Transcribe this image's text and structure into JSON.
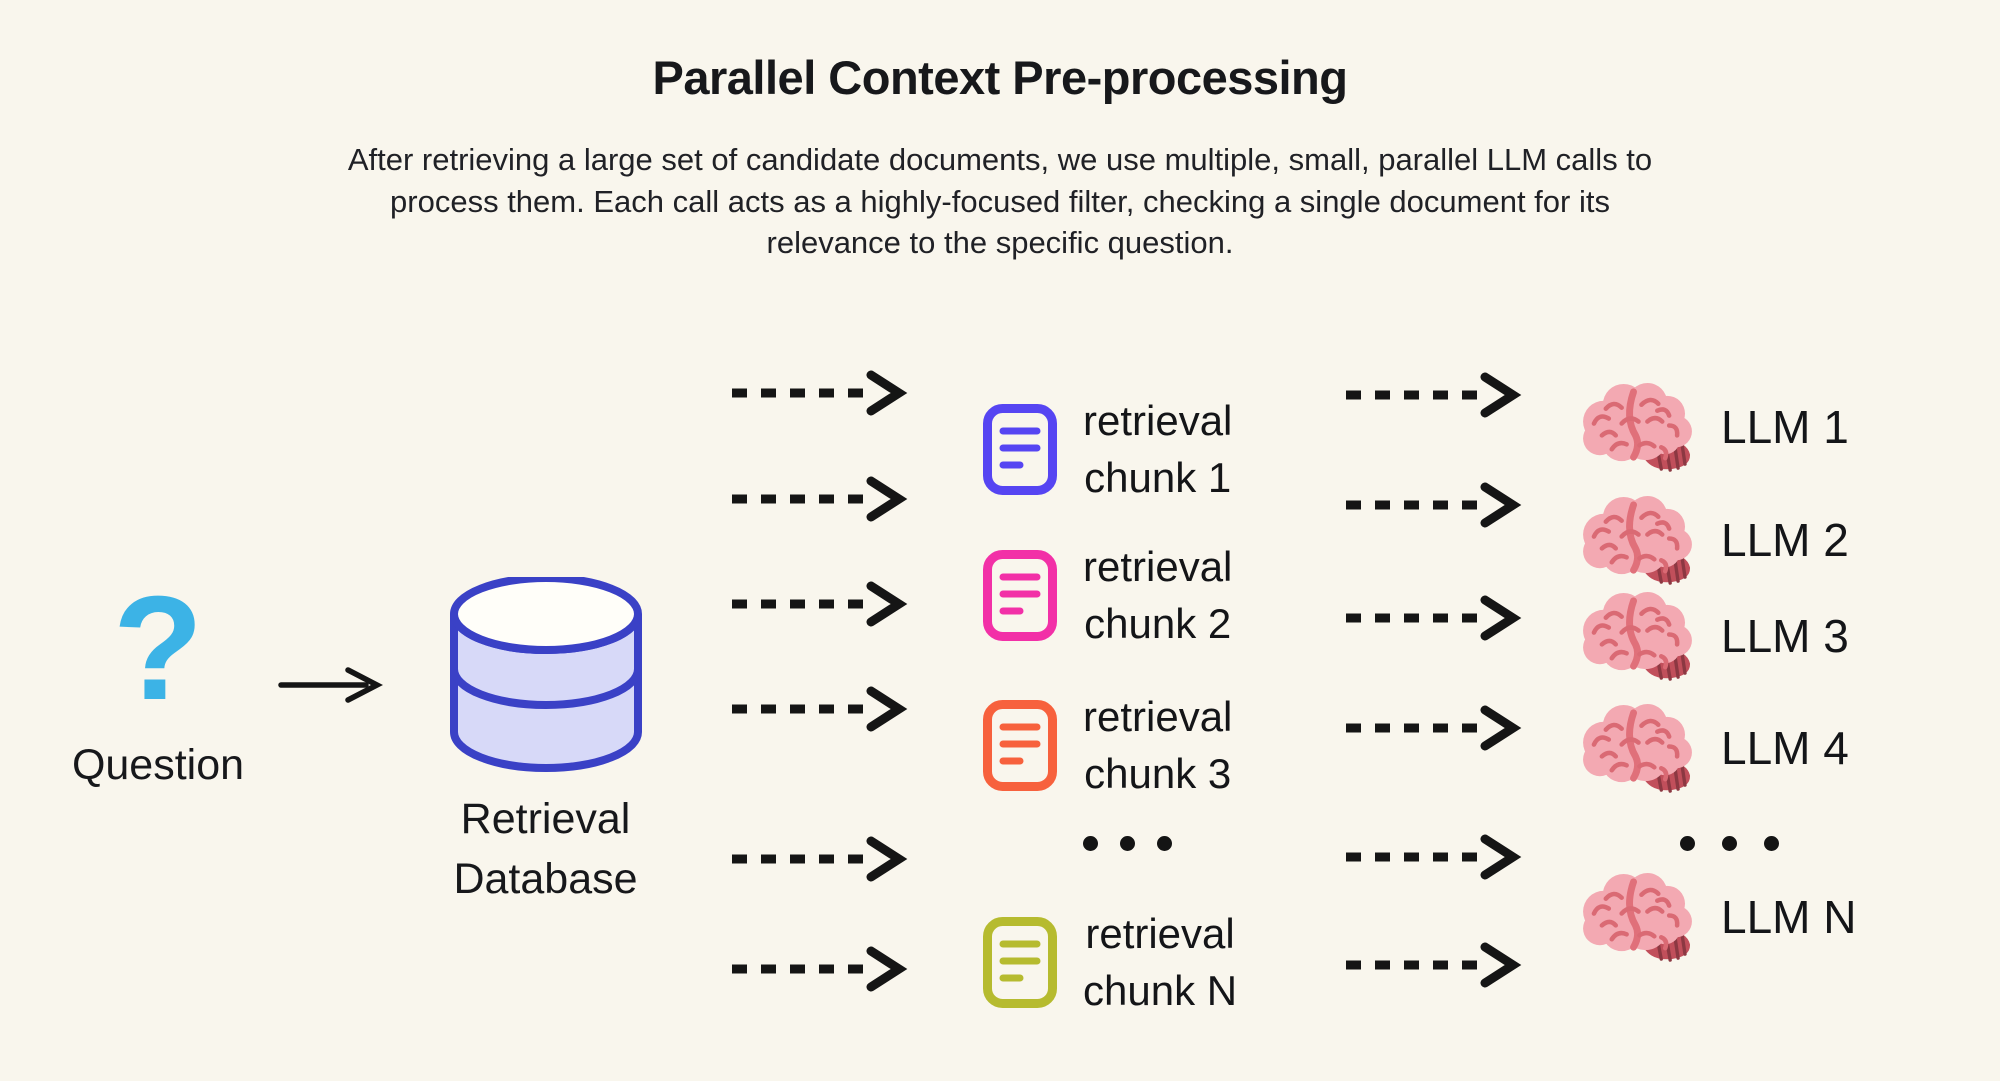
{
  "background_color": "#f9f6ed",
  "text_color": "#17181b",
  "arrow_color": "#151515",
  "header": {
    "title": "Parallel Context Pre-processing",
    "subtitle_lines": [
      "After retrieving a large set of candidate documents, we use multiple, small, parallel LLM calls to",
      "process them. Each call acts as a highly-focused filter, checking a single document for its",
      "relevance to the specific question."
    ]
  },
  "question": {
    "mark": "?",
    "label": "Question",
    "color": "#3cb3e6"
  },
  "database": {
    "label_line1": "Retrieval",
    "label_line2": "Database",
    "stroke_color": "#3a41c6",
    "fill_color": "#d7d9f8",
    "top_fill_color": "#fffef9"
  },
  "chunks": {
    "items": [
      {
        "line1": "retrieval",
        "line2": "chunk 1",
        "color": "#5645f2"
      },
      {
        "line1": "retrieval",
        "line2": "chunk 2",
        "color": "#f230a7"
      },
      {
        "line1": "retrieval",
        "line2": "chunk 3",
        "color": "#f7613d"
      },
      {
        "line1": "retrieval",
        "line2": "chunk N",
        "color": "#b6bb2f"
      }
    ]
  },
  "llms": {
    "brain_color": "#f3a9b2",
    "items": [
      {
        "label": "LLM 1"
      },
      {
        "label": "LLM 2"
      },
      {
        "label": "LLM 3"
      },
      {
        "label": "LLM 4"
      },
      {
        "label": "LLM N"
      }
    ]
  }
}
